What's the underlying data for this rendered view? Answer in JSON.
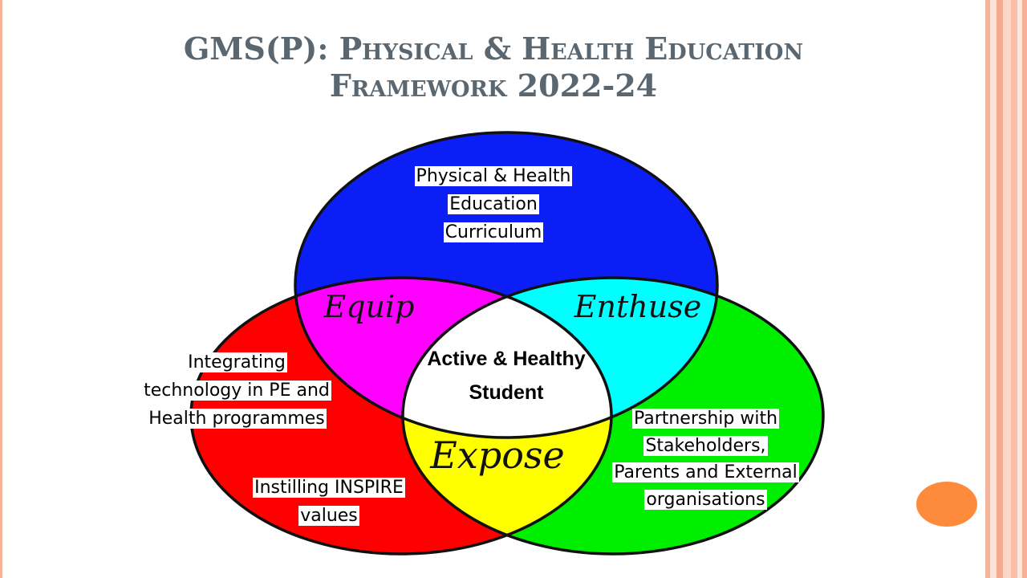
{
  "slide": {
    "title_line1": "GMS(P): Physical & Health Education",
    "title_line2": "Framework 2022-24"
  },
  "venn": {
    "colors": {
      "top": "#0a1ef5",
      "left": "#ff0000",
      "right": "#00ef00",
      "top_left": "#ff00ff",
      "top_right": "#00ffff",
      "left_right": "#ffff00",
      "center": "#ffffff",
      "accent": "#fe8a3c"
    },
    "top_label": [
      "Physical & Health",
      "Education",
      "Curriculum"
    ],
    "left_label": [
      "Integrating",
      "technology in PE and",
      "Health programmes"
    ],
    "left_bottom_label": [
      "Instilling INSPIRE",
      "values"
    ],
    "right_label": [
      "Partnership with",
      "Stakeholders,",
      "Parents and External",
      "organisations"
    ],
    "overlap_top_left": "Equip",
    "overlap_top_right": "Enthuse",
    "overlap_bottom": "Expose",
    "center": [
      "Active & Healthy",
      "Student"
    ]
  }
}
